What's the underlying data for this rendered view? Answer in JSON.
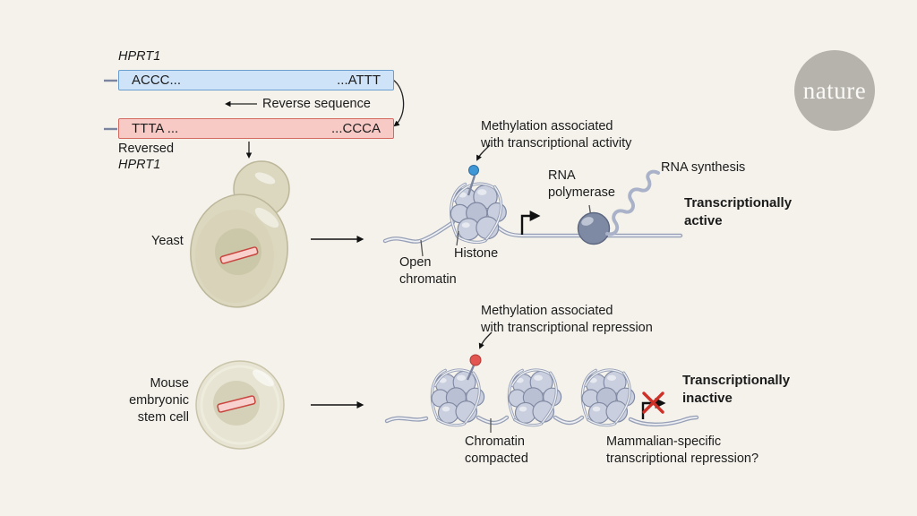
{
  "colors": {
    "background": "#f4f2eb",
    "forward_box_fill": "#cfe3f8",
    "forward_box_border": "#6b9fd0",
    "reversed_box_fill": "#f7cac5",
    "reversed_box_border": "#d4695f",
    "dna_strand": "#97a0b6",
    "histone_fill": "#c9cfde",
    "activating_methyl_mark": "#3f97d6",
    "repressive_methyl_mark": "#e25550",
    "cross_out_red": "#ce2f27",
    "yeast_cell_fill": "#dcd8bf",
    "mouse_cell_fill": "#e7e4d3",
    "gene_rod_fill": "#f8d0cc",
    "gene_rod_border": "#c8453e",
    "logo_circle": "#b5b3ac",
    "text": "#1b1b1b"
  },
  "gene_construct": {
    "gene_label": "HPRT1",
    "forward_left": "ACCC...",
    "forward_right": "...ATTT",
    "reverse_action_label": "Reverse sequence",
    "reversed_left": "TTTA ...",
    "reversed_right": "...CCCA",
    "reversed_prefix": "Reversed",
    "reversed_gene": "HPRT1"
  },
  "yeast_pathway": {
    "cell_label": "Yeast",
    "methylation_label": "Methylation associated\nwith transcriptional activity",
    "rna_polymerase_label": "RNA\npolymerase",
    "rna_synthesis_label": "RNA synthesis",
    "state_label": "Transcriptionally\nactive",
    "open_chromatin_label": "Open\nchromatin",
    "histone_label": "Histone"
  },
  "mouse_pathway": {
    "cell_label": "Mouse\nembryonic\nstem cell",
    "methylation_label": "Methylation associated\nwith transcriptional repression",
    "state_label": "Transcriptionally\ninactive",
    "chromatin_label": "Chromatin\ncompacted",
    "question_label": "Mammalian-specific\ntranscriptional repression?"
  },
  "branding": {
    "logo_text": "nature"
  }
}
